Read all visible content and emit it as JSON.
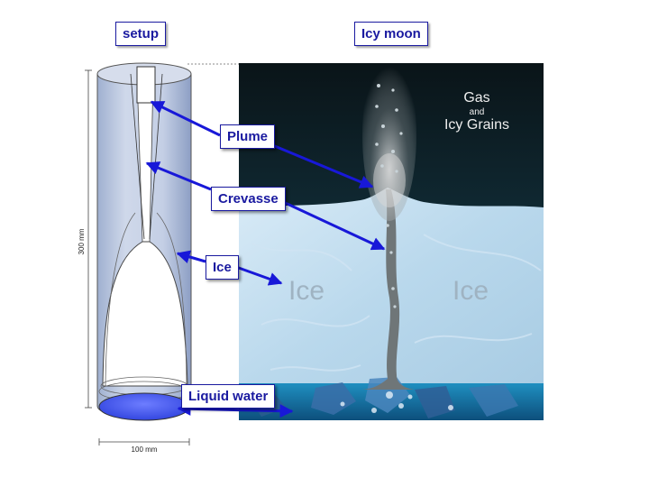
{
  "headers": {
    "setup": "setup",
    "moon": "Icy moon"
  },
  "labels": {
    "plume": "Plume",
    "crevasse": "Crevasse",
    "ice": "Ice",
    "liquid_water": "Liquid water"
  },
  "scene": {
    "gas": "Gas",
    "and": "and",
    "icy_grains": "Icy Grains",
    "ice_left": "Ice",
    "ice_right": "Ice"
  },
  "dimensions": {
    "height": "300 mm",
    "width": "100 mm"
  },
  "colors": {
    "label_blue": "#1a1aa0",
    "arrow_blue": "#1818d8",
    "water": "#4a5cf0"
  }
}
